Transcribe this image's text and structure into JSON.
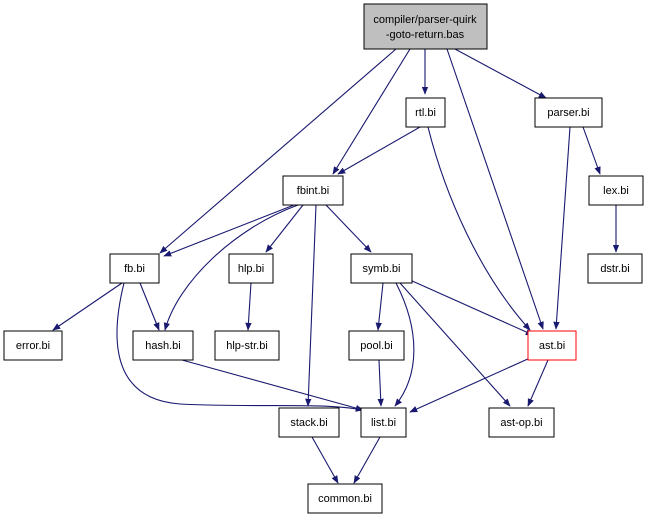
{
  "colors": {
    "edge": "#191970",
    "root_fill": "#bfbfbf",
    "node_fill": "#ffffff",
    "node_border": "#000000",
    "highlight_border": "#ff0000"
  },
  "nodes": {
    "root": [
      "compiler/parser-quirk",
      "-goto-return.bas"
    ],
    "rtl": "rtl.bi",
    "parser": "parser.bi",
    "fbint": "fbint.bi",
    "lex": "lex.bi",
    "fb": "fb.bi",
    "hlp": "hlp.bi",
    "symb": "symb.bi",
    "dstr": "dstr.bi",
    "error": "error.bi",
    "hash": "hash.bi",
    "hlpstr": "hlp-str.bi",
    "pool": "pool.bi",
    "ast": "ast.bi",
    "stack": "stack.bi",
    "list": "list.bi",
    "astop": "ast-op.bi",
    "common": "common.bi"
  }
}
